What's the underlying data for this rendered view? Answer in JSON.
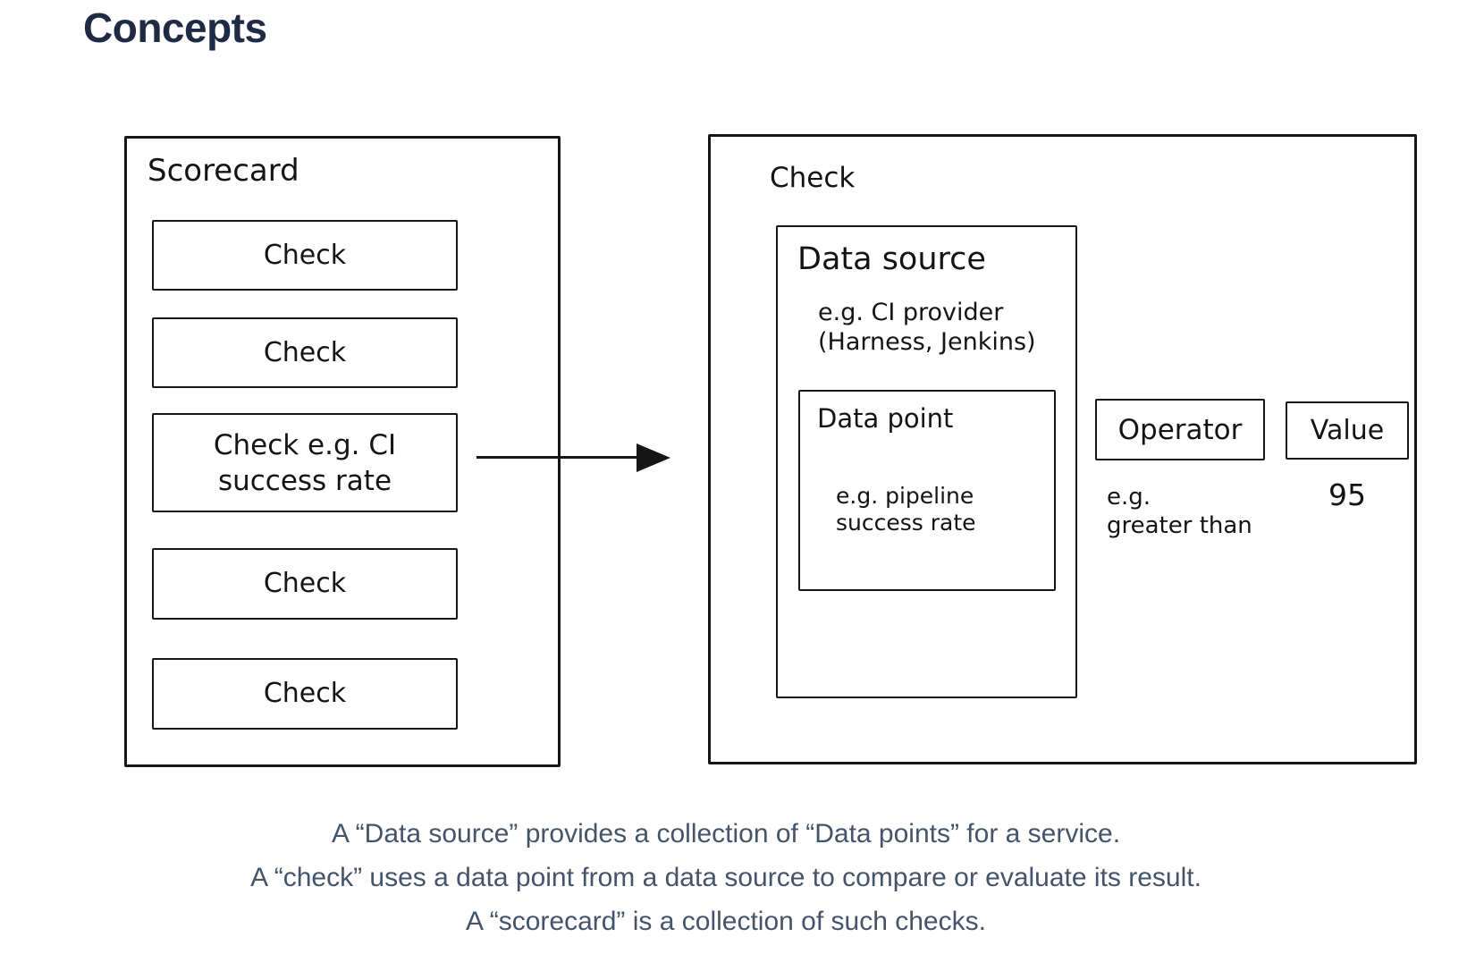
{
  "page": {
    "title": "Concepts"
  },
  "colors": {
    "title_text": "#1f2a44",
    "diagram_stroke": "#161616",
    "diagram_text": "#141414",
    "caption_text": "#44546a",
    "background": "#ffffff"
  },
  "scorecard": {
    "label": "Scorecard",
    "checks": [
      {
        "label": "Check"
      },
      {
        "label": "Check"
      },
      {
        "label": "Check e.g. CI\nsuccess rate"
      },
      {
        "label": "Check"
      },
      {
        "label": "Check"
      }
    ]
  },
  "check_detail": {
    "label": "Check",
    "data_source": {
      "label": "Data source",
      "example": "e.g. CI provider\n(Harness, Jenkins)",
      "data_point": {
        "label": "Data point",
        "example": "e.g. pipeline\nsuccess rate"
      }
    },
    "operator": {
      "label": "Operator",
      "example": "e.g.\ngreater than"
    },
    "value": {
      "label": "Value",
      "example": "95"
    }
  },
  "caption": {
    "lines": [
      "A “Data source” provides a collection of “Data points” for a service.",
      "A “check” uses a data point from a data source to compare or evaluate its result.",
      "A “scorecard” is a collection of such checks."
    ]
  }
}
